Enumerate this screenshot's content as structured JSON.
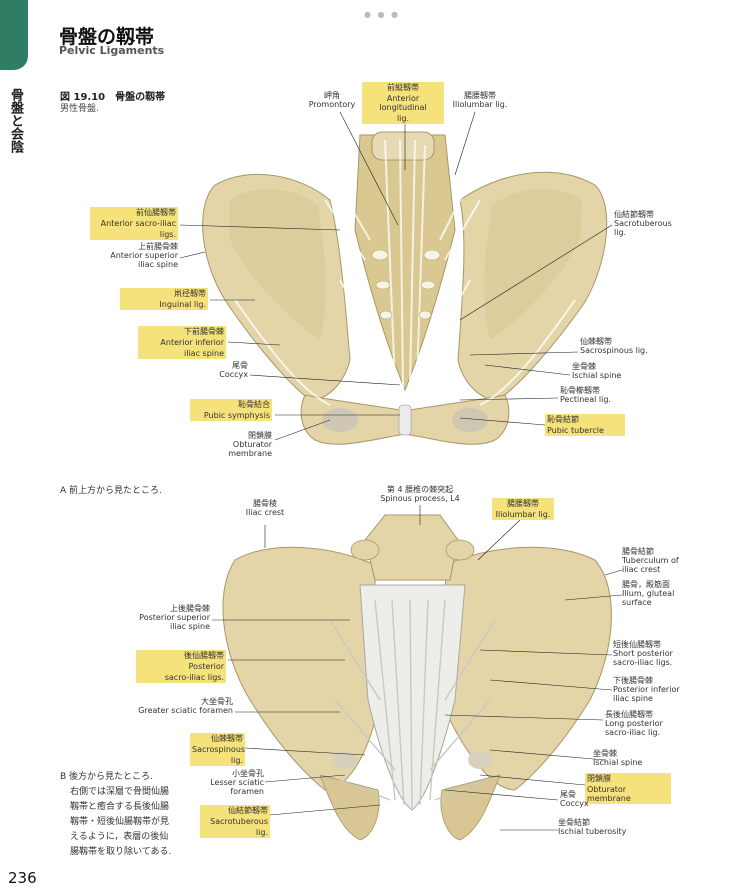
{
  "sidebar": {
    "label": "骨盤と会陰"
  },
  "header": {
    "title_jp": "骨盤の靱帯",
    "title_en": "Pelvic Ligaments"
  },
  "figure": {
    "caption": "図 19.10　骨盤の靱帯",
    "subcaption": "男性骨盤."
  },
  "captions": {
    "a": "A  前上方から見たところ.",
    "b": [
      "B  後方から見たところ.",
      "右側では深層で骨間仙腸",
      "靱帯と癒合する長後仙腸",
      "靱帯・短後仙腸靱帯が見",
      "えるように，表層の後仙",
      "腸靱帯を取り除いてある."
    ]
  },
  "labels_a": {
    "promontory": [
      "岬角",
      "Promontory"
    ],
    "ant_longitudinal": [
      "前縦靱帯",
      "Anterior longitudinal",
      "lig."
    ],
    "iliolumbar": [
      "腸腰靱帯",
      "Iliolumbar lig."
    ],
    "ant_sacroiliac": [
      "前仙腸靱帯",
      "Anterior sacro-iliac",
      "ligs."
    ],
    "asis": [
      "上前腸骨棘",
      "Anterior superior",
      "iliac spine"
    ],
    "inguinal": [
      "鼡径靱帯",
      "Inguinal lig."
    ],
    "aiis": [
      "下前腸骨棘",
      "Anterior inferior",
      "iliac spine"
    ],
    "coccyx": [
      "尾骨",
      "Coccyx"
    ],
    "pubic_symphysis": [
      "恥骨結合",
      "Pubic symphysis"
    ],
    "obturator_membrane": [
      "閉鎖膜",
      "Obturator",
      "membrane"
    ],
    "sacrotuberous": [
      "仙結節靱帯",
      "Sacrotuberous",
      "lig."
    ],
    "sacrospinous": [
      "仙棘靱帯",
      "Sacrospinous lig."
    ],
    "ischial_spine": [
      "坐骨棘",
      "Ischial spine"
    ],
    "pectineal": [
      "恥骨櫛靱帯",
      "Pectineal lig."
    ],
    "pubic_tubercle": [
      "恥骨結節",
      "Pubic tubercle"
    ]
  },
  "labels_b": {
    "iliac_crest": [
      "腸骨稜",
      "Iliac crest"
    ],
    "spinous_l4": [
      "第 4 腰椎の棘突起",
      "Spinous process, L4"
    ],
    "iliolumbar": [
      "腸腰靱帯",
      "Iliolumbar lig."
    ],
    "tuberculum": [
      "腸骨結節",
      "Tuberculum of",
      "iliac crest"
    ],
    "ilium_gluteal": [
      "腸骨，殿筋面",
      "Ilium, gluteal",
      "surface"
    ],
    "psis": [
      "上後腸骨棘",
      "Posterior superior",
      "iliac spine"
    ],
    "post_sacroiliac": [
      "後仙腸靱帯",
      "Posterior",
      "sacro-iliac ligs."
    ],
    "short_post": [
      "短後仙腸靱帯",
      "Short posterior",
      "sacro-iliac ligs."
    ],
    "piis": [
      "下後腸骨棘",
      "Posterior inferior",
      "iliac spine"
    ],
    "greater_sciatic": [
      "大坐骨孔",
      "Greater sciatic foramen"
    ],
    "long_post": [
      "長後仙腸靱帯",
      "Long posterior",
      "sacro-iliac lig."
    ],
    "sacrospinous": [
      "仙棘靱帯",
      "Sacrospinous",
      "lig."
    ],
    "ischial_spine": [
      "坐骨棘",
      "Ischial spine"
    ],
    "lesser_sciatic": [
      "小坐骨孔",
      "Lesser sciatic",
      "foramen"
    ],
    "obturator_membrane": [
      "閉鎖膜",
      "Obturator membrane"
    ],
    "coccyx": [
      "尾骨",
      "Coccyx"
    ],
    "sacrotuberous": [
      "仙結節靱帯",
      "Sacrotuberous",
      "lig."
    ],
    "ischial_tuberosity": [
      "坐骨結節",
      "Ischial tuberosity"
    ]
  },
  "page_number": "236",
  "colors": {
    "accent": "#2e7d64",
    "highlight": "#f6e27a",
    "bone": "#e3d5a8",
    "ligament": "#ededea"
  }
}
